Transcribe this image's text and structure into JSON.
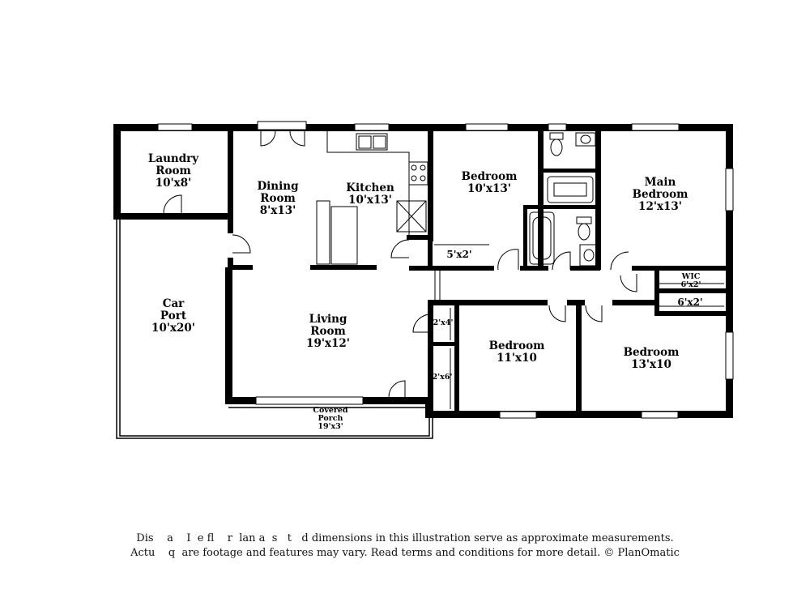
{
  "rooms": {
    "laundry": {
      "name_line1": "Laundry",
      "name_line2": "Room",
      "size": "10'x8'"
    },
    "dining": {
      "name_line1": "Dining",
      "name_line2": "Room",
      "size": "8'x13'"
    },
    "kitchen": {
      "name": "Kitchen",
      "size": "10'x13'"
    },
    "bedroom_a": {
      "name": "Bedroom",
      "size": "10'x13'"
    },
    "main_bedroom": {
      "name_line1": "Main",
      "name_line2": "Bedroom",
      "size": "12'x13'"
    },
    "car_port": {
      "name_line1": "Car",
      "name_line2": "Port",
      "size": "10'x20'"
    },
    "living": {
      "name_line1": "Living",
      "name_line2": "Room",
      "size": "19'x12'"
    },
    "bedroom_b": {
      "name": "Bedroom",
      "size": "11'x10"
    },
    "bedroom_c": {
      "name": "Bedroom",
      "size": "13'x10"
    },
    "closet_5x2": {
      "size": "5'x2'"
    },
    "wic": {
      "name": "WIC",
      "size": "6'x2'"
    },
    "closet_6x2": {
      "size": "6'x2'"
    },
    "closet_2x4": {
      "size": "2'x4'"
    },
    "closet_2x6": {
      "size": "2'x6'"
    },
    "porch": {
      "name_line1": "Covered",
      "name_line2": "Porch",
      "size": "19'x3'"
    }
  },
  "disclaimer": {
    "line1": "Dis    a    I  e fl    r  lan a  s   t   d dimensions in this illustration serve as approximate measurements.",
    "line2": "Actu    q  are footage and features may vary. Read terms and conditions for more detail. © PlanOmatic"
  }
}
